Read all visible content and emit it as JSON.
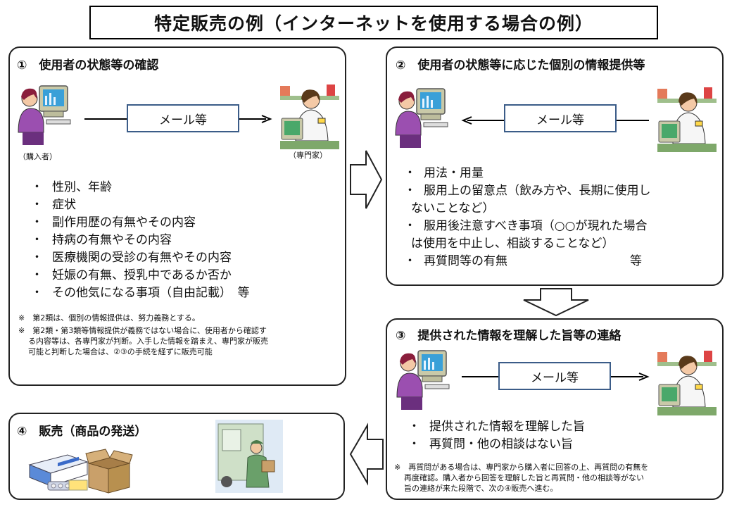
{
  "title": "特定販売の例（インターネットを使用する場合の例）",
  "panel1": {
    "title": "①　使用者の状態等の確認",
    "buyer_caption": "（購入者）",
    "expert_caption": "（専門家）",
    "mail_label": "メール等",
    "items": [
      "性別、年齢",
      "症状",
      "副作用歴の有無やその内容",
      "持病の有無やその内容",
      "医療機関の受診の有無やその内容",
      "妊娠の有無、授乳中であるか否か",
      "その他気になる事項（自由記載）　等"
    ],
    "note1": "※　第2類は、個別の情報提供は、努力義務とする。",
    "note2_l1": "※　第2類・第3類等情報提供が義務ではない場合に、使用者から確認す",
    "note2_l2": "る内容等は、各専門家が判断。入手した情報を踏まえ、専門家が販売",
    "note2_l3": "可能と判断した場合は、②③の手続を経ずに販売可能"
  },
  "panel2": {
    "title": "②　使用者の状態等に応じた個別の情報提供等",
    "mail_label": "メール等",
    "line1": "用法・用量",
    "line2a": "服用上の留意点（飲み方や、長期に使用し",
    "line2b": "ないことなど）",
    "line3a": "服用後注意すべき事項（○○が現れた場合",
    "line3b": "は使用を中止し、相談することなど）",
    "line4": "再質問等の有無",
    "line4_suffix": "等"
  },
  "panel3": {
    "title": "③　提供された情報を理解した旨等の連絡",
    "mail_label": "メール等",
    "items": [
      "提供された情報を理解した旨",
      "再質問・他の相談はない旨"
    ],
    "note_l1": "※　再質問がある場合は、専門家から購入者に回答の上、再質問の有無を",
    "note_l2": "再度確認。購入者から回答を理解した旨と再質問・他の相談等がない",
    "note_l3": "旨の連絡が来た段階で、次の④販売へ進む。"
  },
  "panel4": {
    "title": "④　販売（商品の発送）"
  },
  "colors": {
    "mail_border": "#3b5c88",
    "screen": "#3aa0d8",
    "shirt": "#9b4fb0",
    "monitor": "#c9c9a8",
    "box": "#c9a06a"
  }
}
